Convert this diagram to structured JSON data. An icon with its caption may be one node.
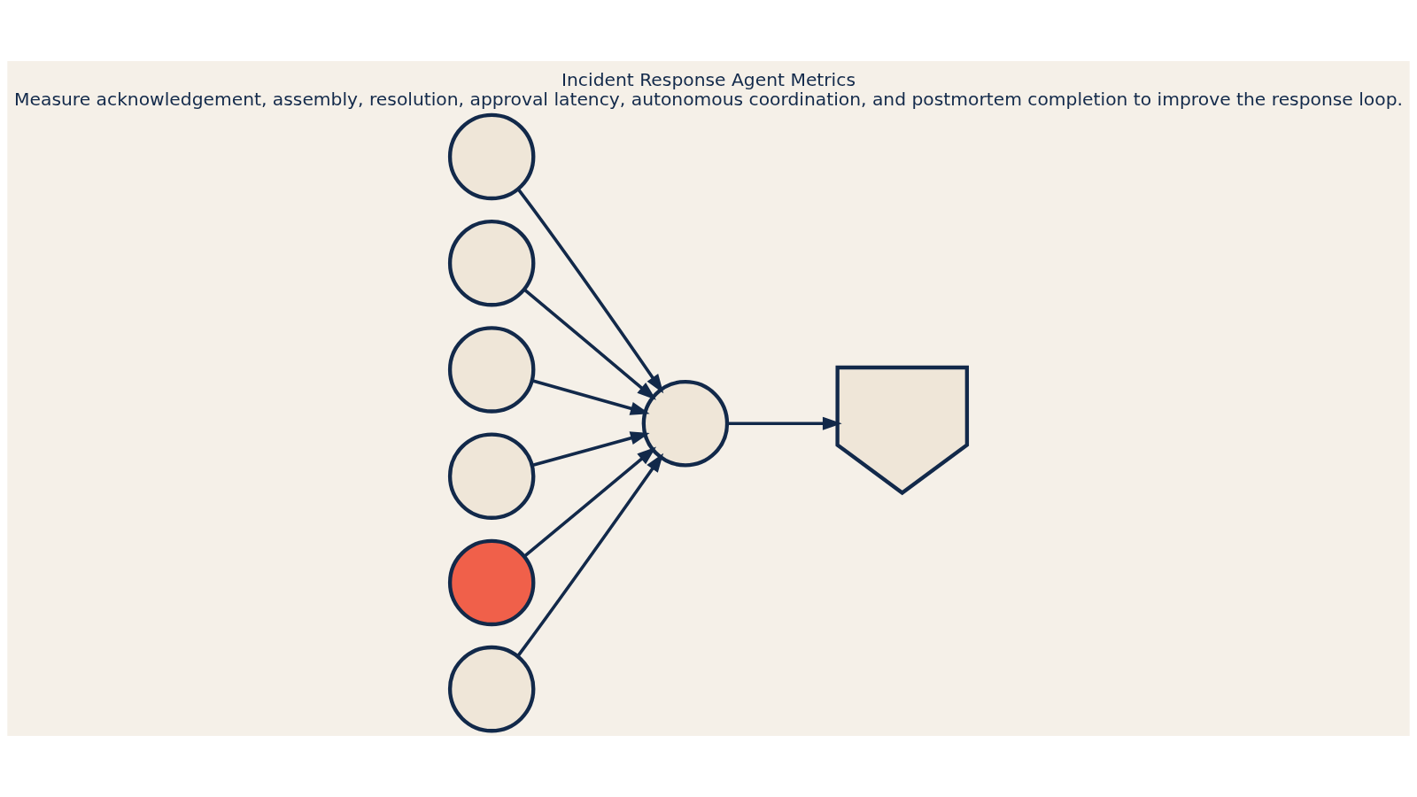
{
  "diagram": {
    "title": "Incident Response Agent Metrics",
    "caption": "Measure acknowledgement, assembly, resolution, approval latency, autonomous coordination, and postmortem completion to improve the response loop.",
    "nodes": [
      {
        "text": [],
        "shape": "circle"
      },
      {
        "text": [],
        "shape": "circle"
      },
      {
        "text": [],
        "shape": "circle"
      },
      {
        "text": [],
        "shape": "circle"
      },
      {
        "text": [],
        "shape": "circle"
      },
      {
        "text": [],
        "shape": "circle"
      },
      {
        "text": [],
        "shape": "circle"
      },
      {
        "text": [],
        "shape": "shield"
      }
    ],
    "edges": [
      {
        "from": 0,
        "to": 6,
        "arrow": "to"
      },
      {
        "from": 1,
        "to": 6,
        "arrow": "to"
      },
      {
        "from": 2,
        "to": 6,
        "arrow": "to"
      },
      {
        "from": 3,
        "to": 6,
        "arrow": "to"
      },
      {
        "from": 4,
        "to": 6,
        "arrow": "to"
      },
      {
        "from": 5,
        "to": 6,
        "arrow": "to"
      },
      {
        "from": 6,
        "to": 7,
        "arrow": "to"
      }
    ]
  }
}
